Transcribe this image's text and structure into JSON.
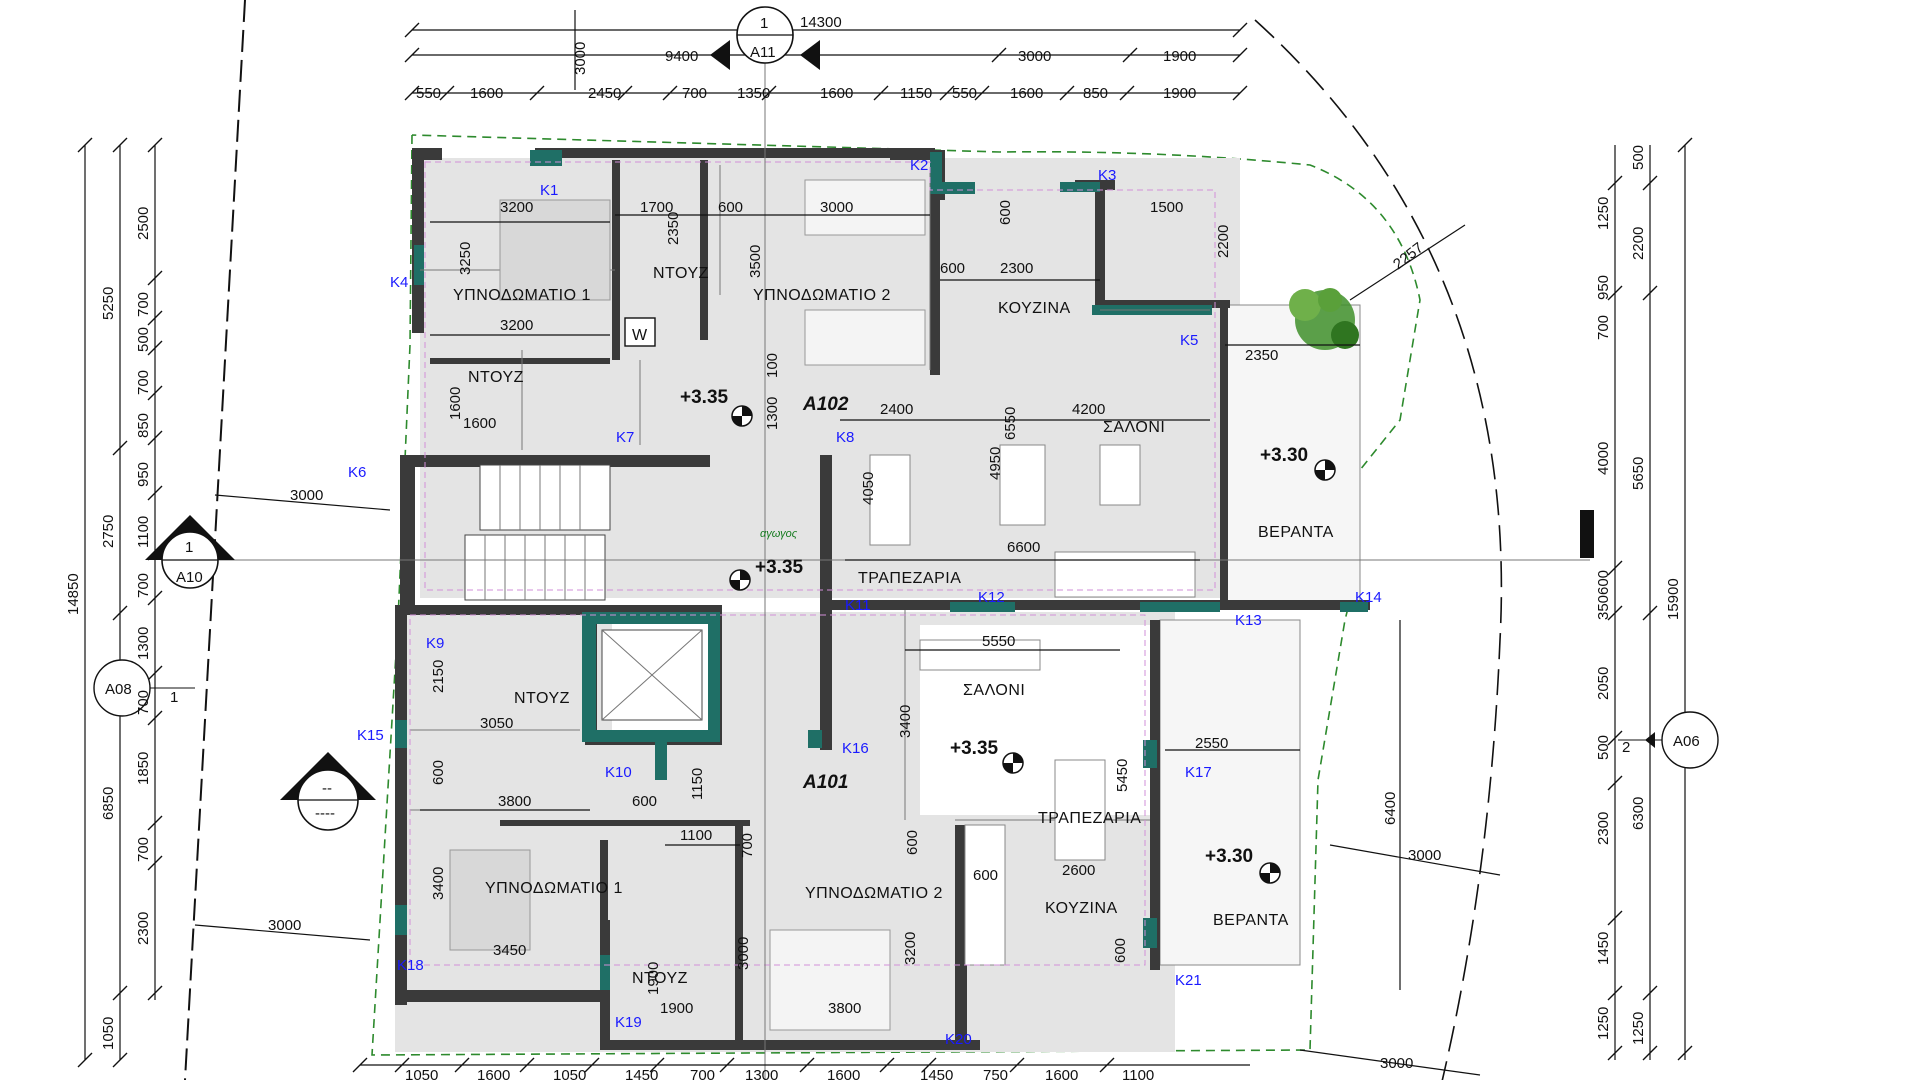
{
  "rooms": {
    "bedroom1_top": "ΥΠΝΟΔΩΜΑΤΙΟ 1",
    "bedroom2_top": "ΥΠΝΟΔΩΜΑΤΙΟ 2",
    "shower_top_a": "ΝΤΟΥΖ",
    "shower_top_b": "ΝΤΟΥΖ",
    "kitchen_top": "ΚΟΥΖΙΝΑ",
    "living_top": "ΣΑΛΟΝΙ",
    "dining_top": "ΤΡΑΠΕΖΑΡΙΑ",
    "veranda_top": "ΒΕΡΑΝΤΑ",
    "shower_bot_a": "ΝΤΟΥΖ",
    "bedroom1_bot": "ΥΠΝΟΔΩΜΑΤΙΟ 1",
    "bedroom2_bot": "ΥΠΝΟΔΩΜΑΤΙΟ 2",
    "shower_bot_b": "ΝΤΟΥΖ",
    "living_bot": "ΣΑΛΟΝΙ",
    "dining_bot": "ΤΡΑΠΕΖΑΡΙΑ",
    "kitchen_bot": "ΚΟΥΖΙΝΑ",
    "veranda_bot": "ΒΕΡΑΝΤΑ"
  },
  "apartments": {
    "top": "A102",
    "bottom": "A101"
  },
  "levels": {
    "l1": "+3.35",
    "l2": "+3.35",
    "l3": "+3.35",
    "l4": "+3.30",
    "l5": "+3.30"
  },
  "sections": {
    "a11_num": "1",
    "a11": "A11",
    "a10_num": "1",
    "a10": "A10",
    "a08": "A08",
    "a08_num": "1",
    "a06": "A06",
    "a06_num": "2",
    "blank_num": "--",
    "blank_ref": "----"
  },
  "note": "αγωγος",
  "washer": "W",
  "windows": {
    "k1": "K1",
    "k2": "K2",
    "k3": "K3",
    "k4": "K4",
    "k5": "K5",
    "k6": "K6",
    "k7": "K7",
    "k8": "K8",
    "k9": "K9",
    "k10": "K10",
    "k11": "K11",
    "k12": "K12",
    "k13": "K13",
    "k14": "K14",
    "k15": "K15",
    "k16": "K16",
    "k17": "K17",
    "k18": "K18",
    "k19": "K19",
    "k20": "K20",
    "k21": "K21"
  },
  "dims": {
    "top1": "14300",
    "top_v": "3000",
    "top2": [
      "9400",
      "3000",
      "1900"
    ],
    "top3": [
      "550",
      "1600",
      "2450",
      "700",
      "1350",
      "1600",
      "1150",
      "550",
      "1600",
      "850",
      "1900"
    ],
    "bottom": [
      "1050",
      "1600",
      "1050",
      "1450",
      "700",
      "1300",
      "1600",
      "1450",
      "750",
      "1600",
      "1100"
    ],
    "left_total": "14850",
    "left_mid": [
      "5250",
      "2750",
      "6850",
      "1050"
    ],
    "left_inner": [
      "2500",
      "700",
      "500",
      "700",
      "850",
      "950",
      "1100",
      "700",
      "1300",
      "700",
      "1850",
      "700",
      "2300"
    ],
    "right_total": "15900",
    "right_mid": [
      "500",
      "2200",
      "5650",
      "6300",
      "1250"
    ],
    "right_inner": [
      "1250",
      "950",
      "700",
      "4000",
      "350",
      "600",
      "2050",
      "500",
      "2300",
      "1450",
      "1250"
    ],
    "interior": {
      "d3200a": "3200",
      "d3250": "3250",
      "d3200b": "3200",
      "d1700": "1700",
      "d2350": "2350",
      "d600a": "600",
      "d3500": "3500",
      "d3000a": "3000",
      "d600b": "600",
      "d600c": "600",
      "d2300": "2300",
      "d1500": "1500",
      "d2200": "2200",
      "d2257": "2257",
      "d2350b": "2350",
      "d1600a": "1600",
      "d1600b": "1600",
      "d100": "100",
      "d1300": "1300",
      "d2400": "2400",
      "d6550": "6550",
      "d4200": "4200",
      "d4050": "4050",
      "d4950": "4950",
      "d6600": "6600",
      "d3000b": "3000",
      "d2150": "2150",
      "d3050": "3050",
      "d600d": "600",
      "d3800a": "3800",
      "d600e": "600",
      "d1150": "1150",
      "d1100": "1100",
      "d700": "700",
      "d600f": "600",
      "d5550": "5550",
      "d3400a": "3400",
      "d5450": "5450",
      "d2550": "2550",
      "d6400": "6400",
      "d2600": "2600",
      "d600g": "600",
      "d600h": "600",
      "d3000c": "3000",
      "d3000d": "3000",
      "d3400b": "3400",
      "d3450": "3450",
      "d3000e": "3000",
      "d1900a": "1900",
      "d1900b": "1900",
      "d3200c": "3200",
      "d3800b": "3800",
      "d3000f": "3000"
    }
  }
}
